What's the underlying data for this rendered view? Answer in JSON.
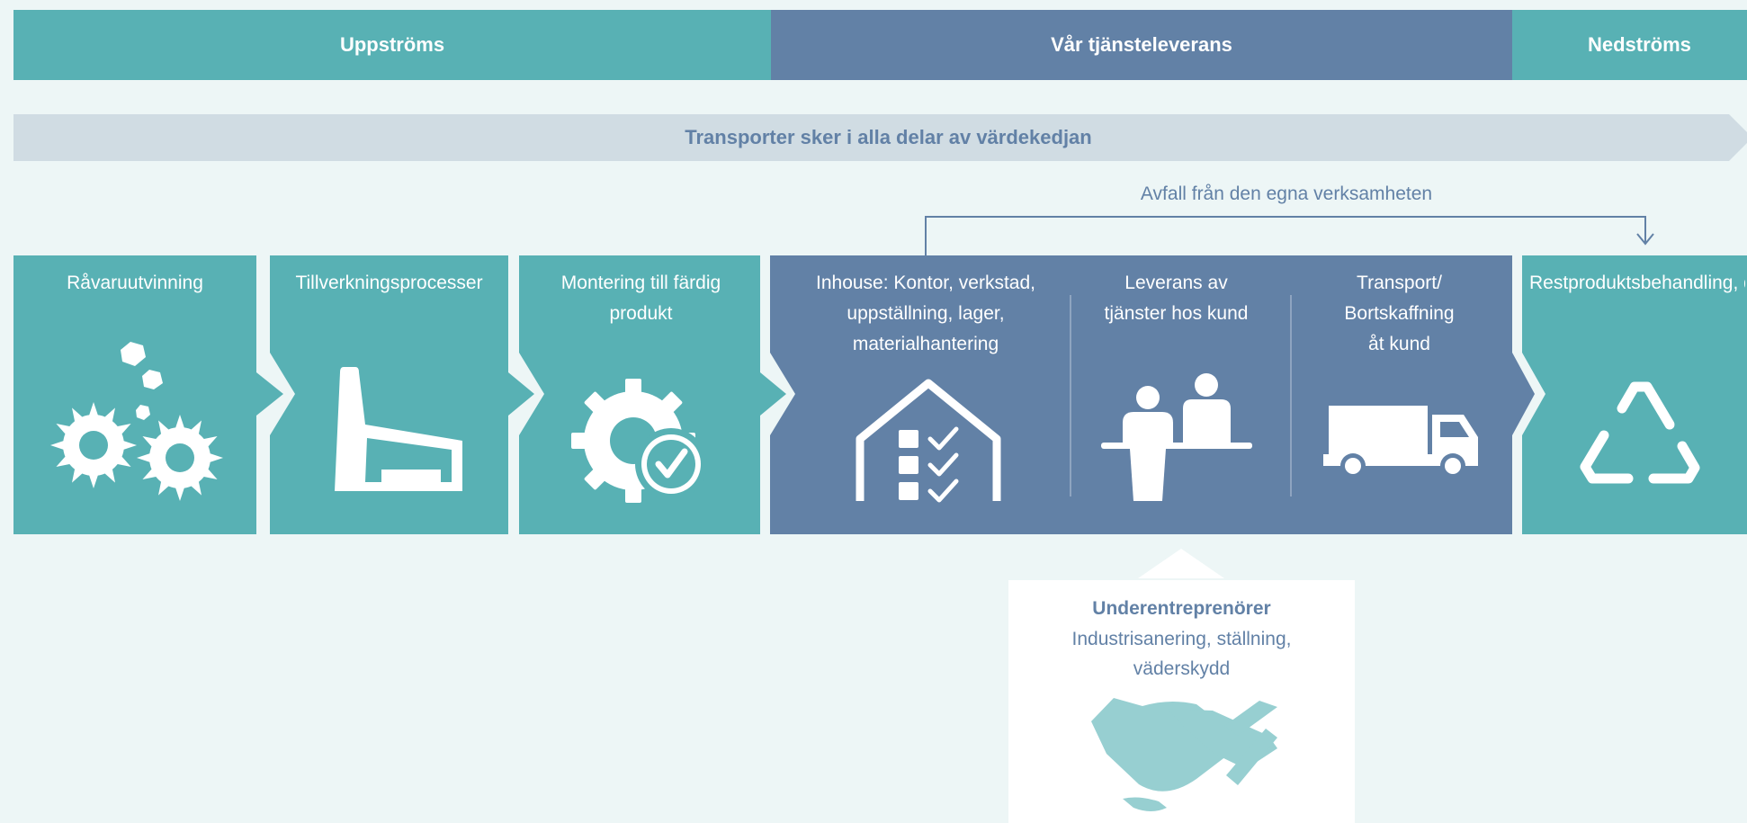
{
  "header": {
    "upstream": "Uppströms",
    "service": "Vår tjänsteleverans",
    "downstream": "Nedströms"
  },
  "banner": {
    "text": "Transporter sker i alla delar av värdekedjan"
  },
  "waste_flow": {
    "label": "Avfall från den egna verksamheten"
  },
  "steps": [
    {
      "label": "Råvaruutvinning",
      "icon": "gears-icon"
    },
    {
      "label": "Tillverkningsprocesser",
      "icon": "factory-icon"
    },
    {
      "label": "Montering till färdig produkt",
      "icon": "gear-check-icon"
    },
    {
      "label": "Inhouse: Kontor, verkstad, uppställning, lager, materialhantering",
      "icon": "warehouse-checklist-icon"
    },
    {
      "label": "Leverans av tjänster hos kund",
      "icon": "service-counter-icon"
    },
    {
      "label": "Transport/ Bortskaffning åt kund",
      "icon": "truck-icon"
    },
    {
      "label": "Restproduktsbehandling, deponi m.m.",
      "icon": "recycle-icon"
    }
  ],
  "subcontractors": {
    "title": "Underentreprenörer",
    "text": "Industrisanering, ställning, väderskydd",
    "icon": "handshake-icon"
  },
  "colors": {
    "teal": "#58b1b4",
    "blue": "#6281a6",
    "banner": "#d0dce3",
    "background": "#edf6f6",
    "handshake": "#97cfd1"
  }
}
